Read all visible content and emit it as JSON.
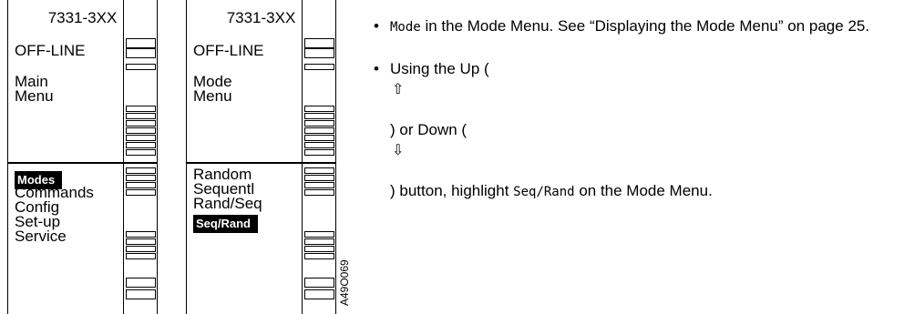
{
  "left_panel": {
    "header": "7331-3XX",
    "status": "OFF-LINE",
    "menu_name": "Main\nMenu",
    "items": [
      {
        "label": "Modes",
        "highlighted": true
      },
      {
        "label": "Commands",
        "highlighted": false
      },
      {
        "label": "Config",
        "highlighted": false
      },
      {
        "label": "Set-up",
        "highlighted": false
      },
      {
        "label": "Service",
        "highlighted": false
      }
    ]
  },
  "right_panel": {
    "header": "7331-3XX",
    "status": "OFF-LINE",
    "menu_name": "Mode\nMenu",
    "items": [
      {
        "label": "Random",
        "highlighted": false
      },
      {
        "label": "Sequentl",
        "highlighted": false
      },
      {
        "label": "Rand/Seq",
        "highlighted": false
      },
      {
        "label": "Seq/Rand",
        "highlighted": true
      }
    ]
  },
  "figure_id": "A49O069",
  "instructions": {
    "bullet1_code": "Mode",
    "bullet1_text": " in the Mode Menu. See “Displaying the Mode Menu” on page 25.",
    "bullet2_start": "Using the Up (",
    "up_arrow": "⇧",
    "bullet2_mid": ") or Down (",
    "down_arrow": "⇩",
    "bullet2_end_a": ") button, highlight ",
    "bullet2_code": "Seq/Rand",
    "bullet2_end_b": " on the Mode Menu."
  }
}
